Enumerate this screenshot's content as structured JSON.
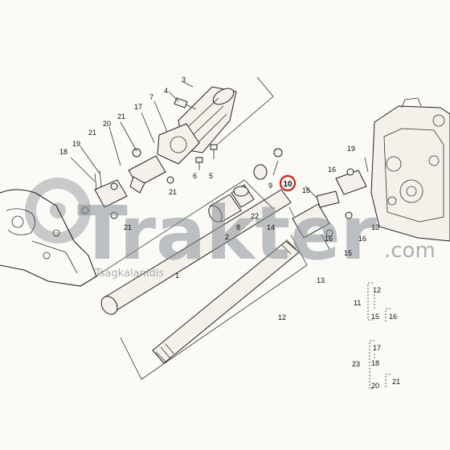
{
  "watermark": {
    "brand": "Trakter",
    "suffix": ".com",
    "owner": "Tsagkalanidis",
    "color": "#8a9097"
  },
  "highlight": {
    "label": "10",
    "ring_color": "#cc1e1e"
  },
  "part_labels": {
    "p1": "1",
    "p2": "2",
    "p3": "3",
    "p4": "4",
    "p5": "5",
    "p6": "6",
    "p7": "7",
    "p8": "8",
    "p9": "9",
    "p12": "12",
    "p13a": "13",
    "p13b": "13",
    "p14": "14",
    "p15": "15",
    "p16a": "16",
    "p16b": "16",
    "p16c": "16",
    "p16d": "16",
    "p17": "17",
    "p18": "18",
    "p19a": "19",
    "p19b": "19",
    "p20": "20",
    "p21a": "21",
    "p21b": "21",
    "p21c": "21",
    "p21d": "21",
    "p22": "22"
  },
  "legend": {
    "group11": "11",
    "i12": "12",
    "i15": "15",
    "i16": "16",
    "group23": "23",
    "i17": "17",
    "i18": "18",
    "i20": "20",
    "i21": "21"
  }
}
